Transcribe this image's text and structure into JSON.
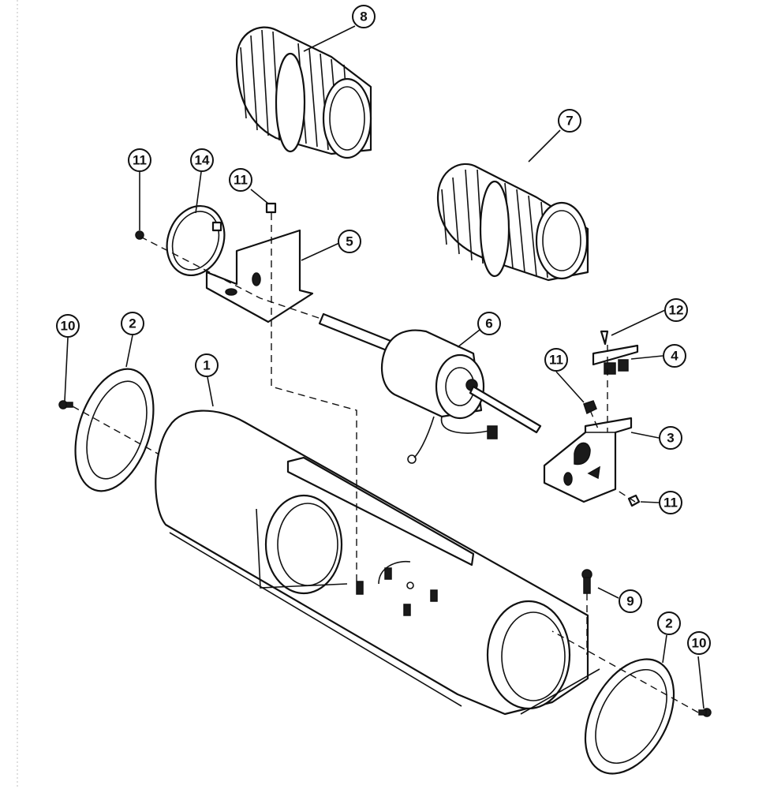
{
  "callouts": [
    {
      "id": "c1",
      "label": "1"
    },
    {
      "id": "c2a",
      "label": "2"
    },
    {
      "id": "c2b",
      "label": "2"
    },
    {
      "id": "c3",
      "label": "3"
    },
    {
      "id": "c4",
      "label": "4"
    },
    {
      "id": "c5",
      "label": "5"
    },
    {
      "id": "c6",
      "label": "6"
    },
    {
      "id": "c7",
      "label": "7"
    },
    {
      "id": "c8",
      "label": "8"
    },
    {
      "id": "c9",
      "label": "9"
    },
    {
      "id": "c10a",
      "label": "10"
    },
    {
      "id": "c10b",
      "label": "10"
    },
    {
      "id": "c11a",
      "label": "11"
    },
    {
      "id": "c11b",
      "label": "11"
    },
    {
      "id": "c11c",
      "label": "11"
    },
    {
      "id": "c11d",
      "label": "11"
    },
    {
      "id": "c12",
      "label": "12"
    },
    {
      "id": "c14",
      "label": "14"
    }
  ]
}
